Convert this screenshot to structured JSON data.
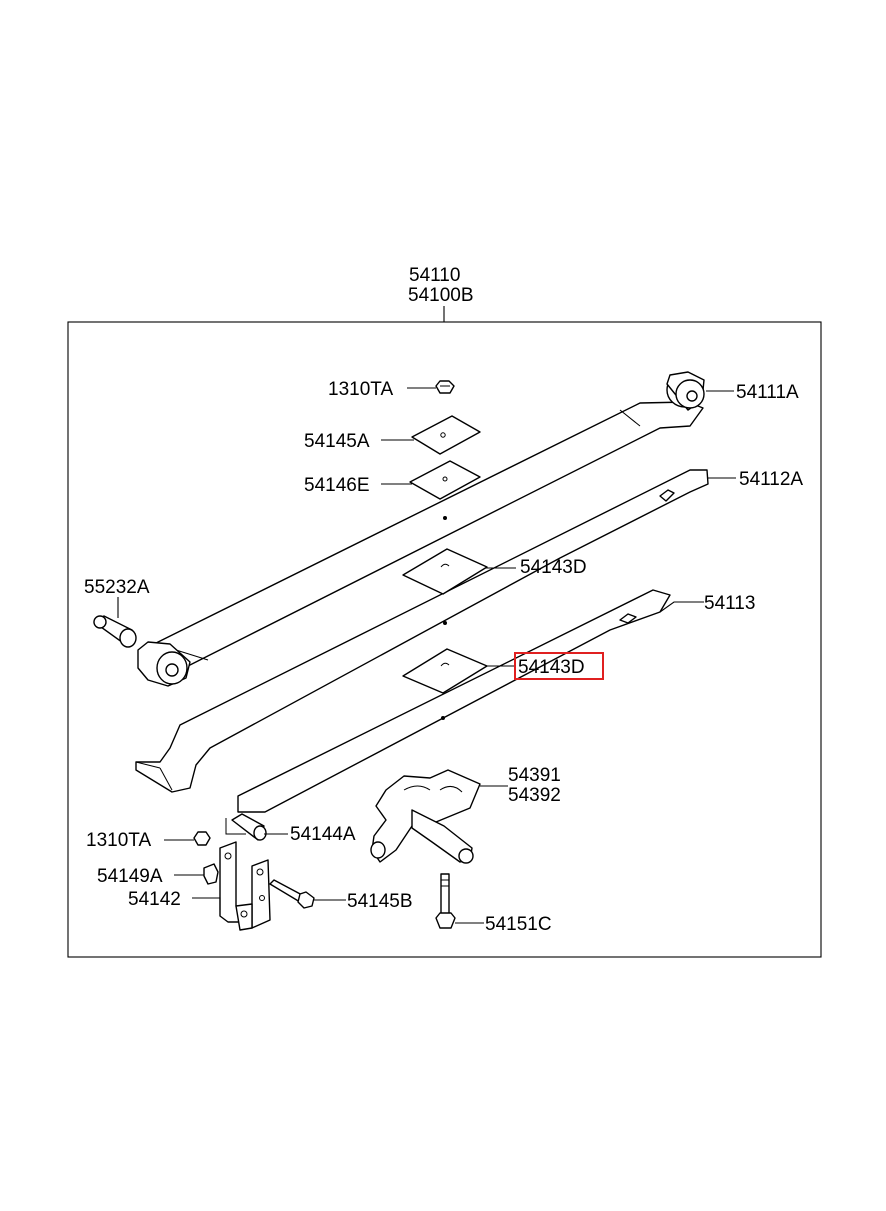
{
  "header_parts": {
    "line1": "54110",
    "line2": "54100B"
  },
  "callouts": {
    "nut_top": "1310TA",
    "leaf_main": "54111A",
    "pad_54145A": "54145A",
    "pad_54146E": "54146E",
    "leaf_second": "54112A",
    "insert_upper": "54143D",
    "bushing": "55232A",
    "leaf_third": "54113",
    "insert_lower": "54143D",
    "shackle_a": "54391",
    "shackle_b": "54392",
    "nut_lower": "1310TA",
    "bushing_small": "54144A",
    "cap": "54149A",
    "bracket": "54142",
    "bolt_side": "54145B",
    "bolt_vertical": "54151C"
  },
  "highlight": {
    "target": "insert_lower",
    "color": "#e02020"
  }
}
